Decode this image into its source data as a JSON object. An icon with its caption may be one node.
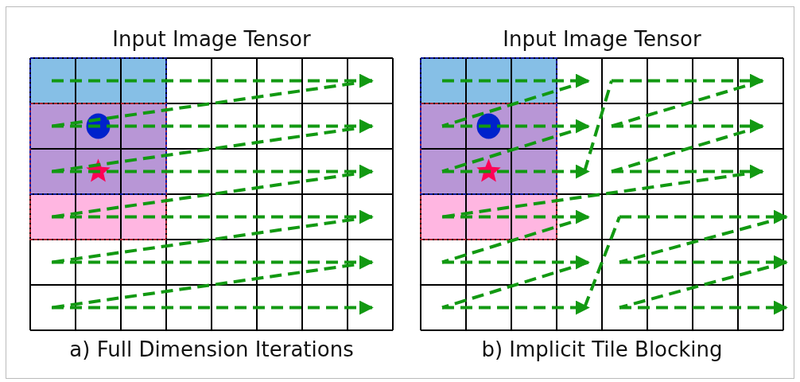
{
  "diagram": {
    "labels": [
      "Input Image Tensor",
      "Input Image Tensor",
      "a) Full Dimension Iterations",
      "b) Implicit Tile Blocking"
    ]
  }
}
